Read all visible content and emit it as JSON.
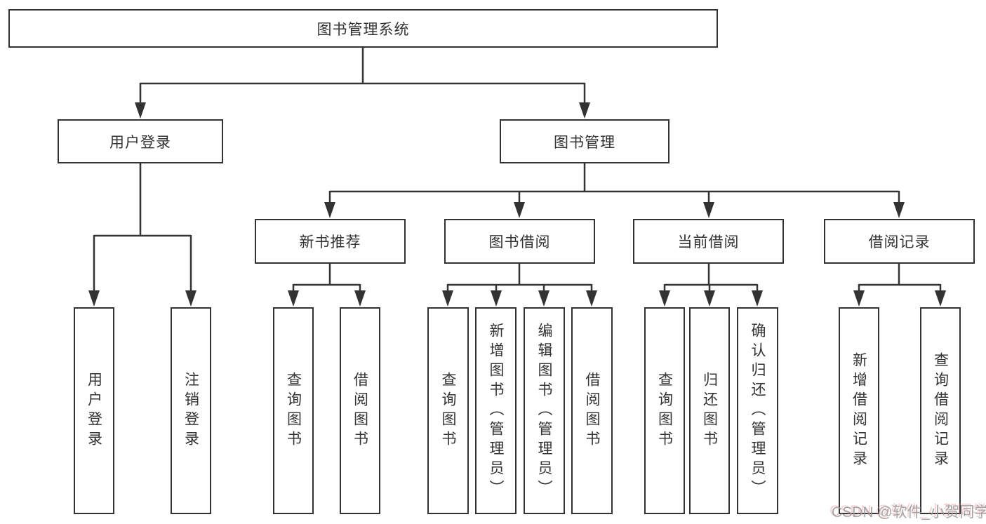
{
  "nodes": {
    "root": "图书管理系统",
    "level2": [
      "用户登录",
      "图书管理"
    ],
    "level3": [
      "新书推荐",
      "图书借阅",
      "当前借阅",
      "借阅记录"
    ],
    "user_login_children": [
      "用户登录",
      "注销登录"
    ],
    "new_book_children": [
      "查询图书",
      "借阅图书"
    ],
    "book_borrow_children": [
      "查询图书",
      "新增图书（管理员）",
      "编辑图书（管理员）",
      "借阅图书"
    ],
    "current_borrow_children": [
      "查询图书",
      "归还图书",
      "确认归还（管理员）"
    ],
    "borrow_record_children": [
      "新增借阅记录",
      "查询借阅记录"
    ]
  },
  "watermark": "CSDN @软件_小贺同学",
  "colors": {
    "line": "#333333",
    "box_background": "#ffffff",
    "text": "#333333",
    "watermark": "#9c9c9c"
  }
}
